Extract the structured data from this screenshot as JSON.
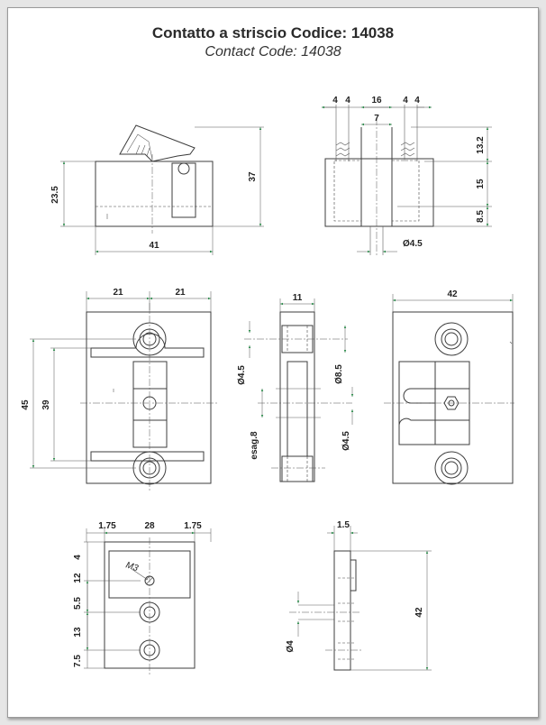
{
  "header": {
    "title": "Contatto a striscio Codice: 14038",
    "subtitle": "Contact Code: 14038"
  },
  "accent_colors": {
    "dimension_arrow": "#2b8a4a",
    "line": "#3c3c3c"
  },
  "dimensions": {
    "top_left": {
      "height_left": "23.5",
      "height_right": "37",
      "width": "41"
    },
    "top_right": {
      "d1": "4",
      "d2": "4",
      "d3": "16",
      "d4": "4",
      "d5": "4",
      "gap": "7",
      "h1": "13.2",
      "h2": "15",
      "h3": "8.5",
      "dia": "Ø4.5"
    },
    "mid_left": {
      "w_left": "21",
      "w_right": "21",
      "h_outer": "45",
      "h_inner": "39"
    },
    "mid_center": {
      "w": "11",
      "dia_top_left": "Ø4.5",
      "dia_top_right": "Ø8.5",
      "hex": "esag.8",
      "dia_bottom": "Ø4.5"
    },
    "mid_right": {
      "w": "42"
    },
    "bottom_left": {
      "w_left": "1.75",
      "w_mid": "28",
      "w_right": "1.75",
      "thread": "M3",
      "v1": "4",
      "v2": "12",
      "v3": "5.5",
      "v4": "13",
      "v5": "7.5"
    },
    "bottom_right": {
      "top": "1.5",
      "height": "42",
      "dia": "Ø4"
    }
  }
}
